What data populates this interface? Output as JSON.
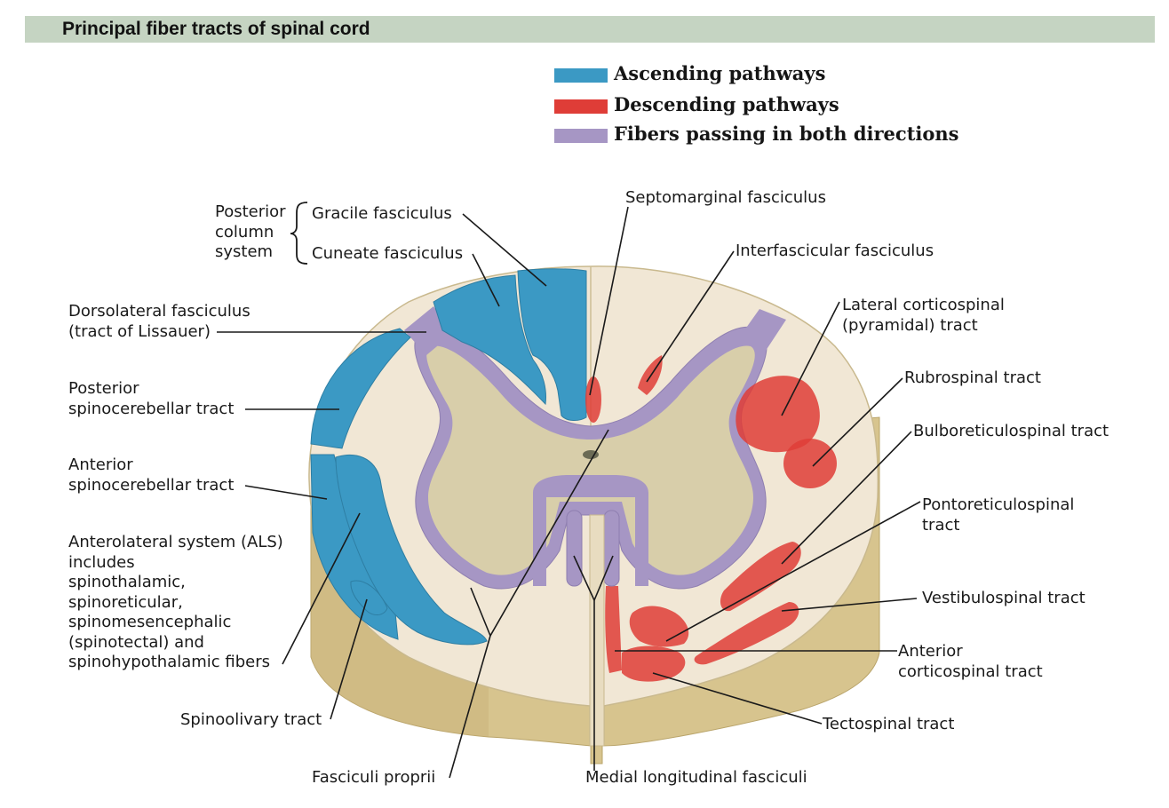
{
  "title": "Principal fiber tracts of spinal cord",
  "colors": {
    "ascending": "#3b99c4",
    "descending": "#df3d37",
    "both": "#a696c4",
    "white_matter": "#f1e7d5",
    "gray_matter": "#d8ceaa",
    "cut_side": "#d7c48e",
    "title_bar": "#c5d4c2"
  },
  "legend": [
    {
      "label": "Ascending pathways",
      "color": "#3b99c4"
    },
    {
      "label": "Descending pathways",
      "color": "#df3d37"
    },
    {
      "label": "Fibers passing in both directions",
      "color": "#a696c4"
    }
  ],
  "labels": {
    "posterior_column_system": [
      "Posterior",
      "column",
      "system"
    ],
    "gracile_fasciculus": [
      "Gracile fasciculus"
    ],
    "cuneate_fasciculus": [
      "Cuneate fasciculus"
    ],
    "septomarginal_fasciculus": [
      "Septomarginal fasciculus"
    ],
    "interfascicular_fasciculus": [
      "Interfascicular fasciculus"
    ],
    "dorsolateral_fasciculus": [
      "Dorsolateral fasciculus",
      "(tract of Lissauer)"
    ],
    "lateral_corticospinal": [
      "Lateral corticospinal",
      "(pyramidal) tract"
    ],
    "rubrospinal": [
      "Rubrospinal tract"
    ],
    "bulboreticulospinal": [
      "Bulboreticulospinal tract"
    ],
    "posterior_spinocerebellar": [
      "Posterior",
      "spinocerebellar tract"
    ],
    "anterior_spinocerebellar": [
      "Anterior",
      "spinocerebellar tract"
    ],
    "pontoreticulospinal": [
      "Pontoreticulospinal",
      "tract"
    ],
    "anterolateral_system": [
      "Anterolateral system (ALS)",
      "includes",
      "spinothalamic,",
      "spinoreticular,",
      "spinomesencephalic",
      "(spinotectal) and",
      "spinohypothalamic fibers"
    ],
    "vestibulospinal": [
      "Vestibulospinal tract"
    ],
    "anterior_corticospinal": [
      "Anterior",
      "corticospinal tract"
    ],
    "spinoolivary": [
      "Spinoolivary tract"
    ],
    "tectospinal": [
      "Tectospinal tract"
    ],
    "fasciculi_proprii": [
      "Fasciculi proprii"
    ],
    "medial_longitudinal_fasciculi": [
      "Medial longitudinal fasciculi"
    ]
  }
}
